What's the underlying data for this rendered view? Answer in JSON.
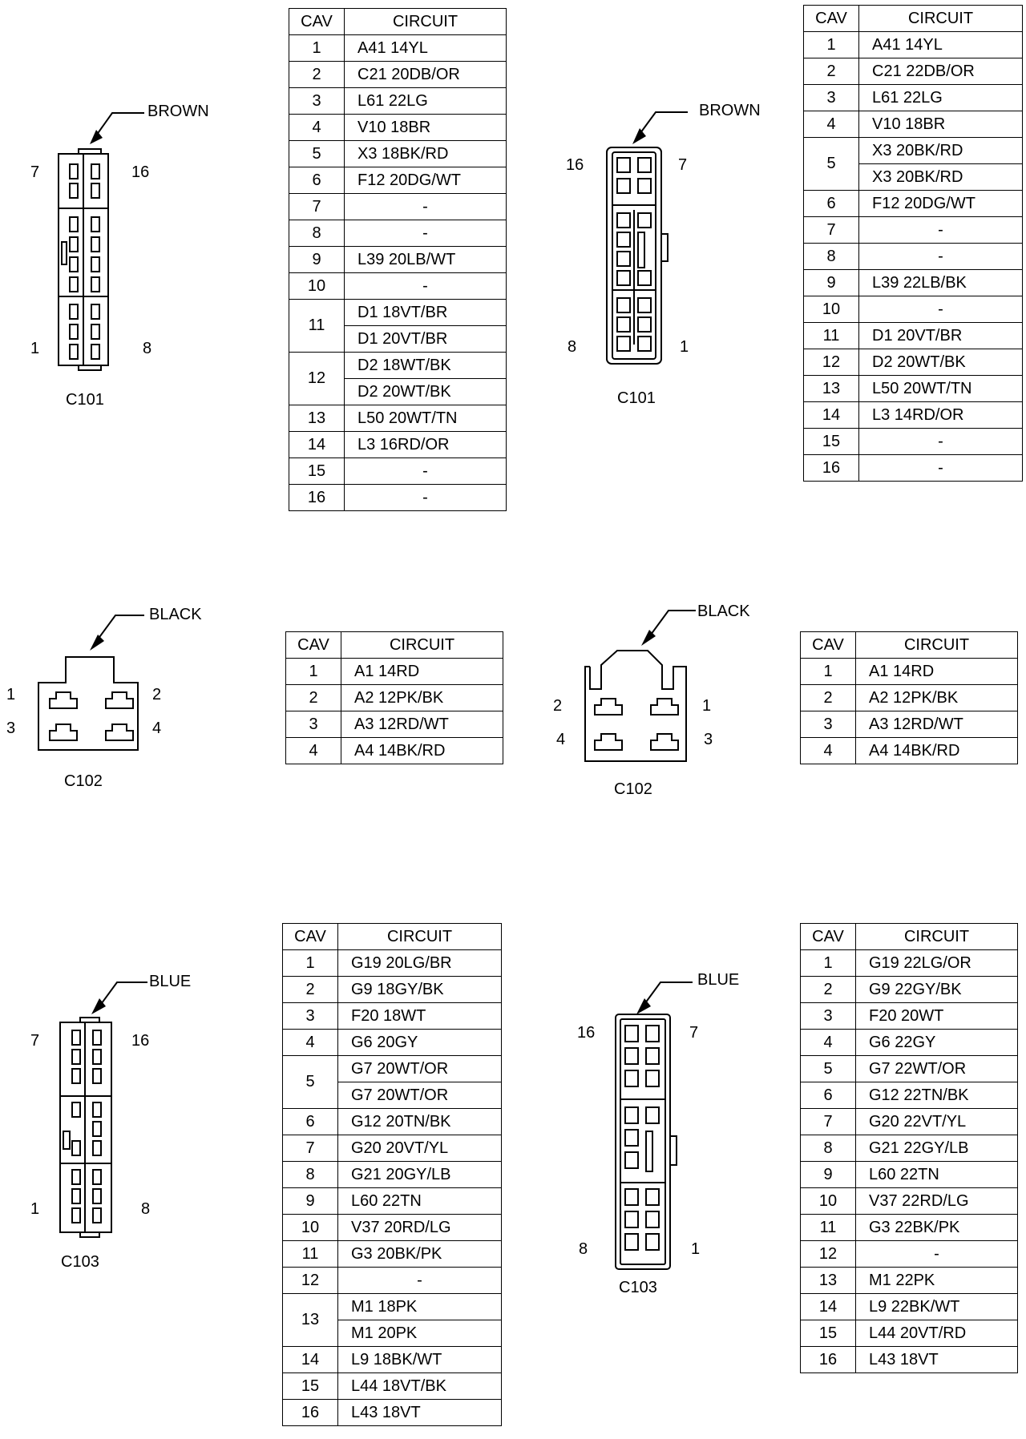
{
  "headers": {
    "cav": "CAV",
    "circuit": "CIRCUIT"
  },
  "connectors": [
    {
      "id": "c101-left",
      "name": "C101",
      "color": "BROWN",
      "pins": [
        "7",
        "16",
        "1",
        "8"
      ],
      "rows": [
        [
          "1",
          "A41  14YL"
        ],
        [
          "2",
          "C21  20DB/OR"
        ],
        [
          "3",
          "L61  22LG"
        ],
        [
          "4",
          "V10  18BR"
        ],
        [
          "5",
          "X3  18BK/RD"
        ],
        [
          "6",
          "F12  20DG/WT"
        ],
        [
          "7",
          "-"
        ],
        [
          "8",
          "-"
        ],
        [
          "9",
          "L39  20LB/WT"
        ],
        [
          "10",
          "-"
        ],
        [
          "11",
          "D1  18VT/BR",
          "D1  20VT/BR"
        ],
        [
          "12",
          "D2  18WT/BK",
          "D2  20WT/BK"
        ],
        [
          "13",
          "L50  20WT/TN"
        ],
        [
          "14",
          "L3  16RD/OR"
        ],
        [
          "15",
          "-"
        ],
        [
          "16",
          "-"
        ]
      ]
    },
    {
      "id": "c101-right",
      "name": "C101",
      "color": "BROWN",
      "pins": [
        "16",
        "7",
        "8",
        "1"
      ],
      "rows": [
        [
          "1",
          "A41  14YL"
        ],
        [
          "2",
          "C21  22DB/OR"
        ],
        [
          "3",
          "L61  22LG"
        ],
        [
          "4",
          "V10  18BR"
        ],
        [
          "5",
          "X3  20BK/RD",
          "X3  20BK/RD"
        ],
        [
          "6",
          "F12  20DG/WT"
        ],
        [
          "7",
          "-"
        ],
        [
          "8",
          "-"
        ],
        [
          "9",
          "L39  22LB/BK"
        ],
        [
          "10",
          "-"
        ],
        [
          "11",
          "D1  20VT/BR"
        ],
        [
          "12",
          "D2  20WT/BK"
        ],
        [
          "13",
          "L50  20WT/TN"
        ],
        [
          "14",
          "L3  14RD/OR"
        ],
        [
          "15",
          "-"
        ],
        [
          "16",
          "-"
        ]
      ]
    },
    {
      "id": "c102-left",
      "name": "C102",
      "color": "BLACK",
      "pins": [
        "1",
        "2",
        "3",
        "4"
      ],
      "rows": [
        [
          "1",
          "A1  14RD"
        ],
        [
          "2",
          "A2  12PK/BK"
        ],
        [
          "3",
          "A3  12RD/WT"
        ],
        [
          "4",
          "A4  14BK/RD"
        ]
      ]
    },
    {
      "id": "c102-right",
      "name": "C102",
      "color": "BLACK",
      "pins": [
        "2",
        "1",
        "4",
        "3"
      ],
      "rows": [
        [
          "1",
          "A1  14RD"
        ],
        [
          "2",
          "A2  12PK/BK"
        ],
        [
          "3",
          "A3  12RD/WT"
        ],
        [
          "4",
          "A4  14BK/RD"
        ]
      ]
    },
    {
      "id": "c103-left",
      "name": "C103",
      "color": "BLUE",
      "pins": [
        "7",
        "16",
        "1",
        "8"
      ],
      "rows": [
        [
          "1",
          "G19 20LG/BR"
        ],
        [
          "2",
          "G9  18GY/BK"
        ],
        [
          "3",
          "F20  18WT"
        ],
        [
          "4",
          "G6  20GY"
        ],
        [
          "5",
          "G7  20WT/OR",
          "G7  20WT/OR"
        ],
        [
          "6",
          "G12  20TN/BK"
        ],
        [
          "7",
          "G20  20VT/YL"
        ],
        [
          "8",
          "G21  20GY/LB"
        ],
        [
          "9",
          "L60  22TN"
        ],
        [
          "10",
          "V37  20RD/LG"
        ],
        [
          "11",
          "G3  20BK/PK"
        ],
        [
          "12",
          "-"
        ],
        [
          "13",
          "M1  18PK",
          "M1  20PK"
        ],
        [
          "14",
          "L9  18BK/WT"
        ],
        [
          "15",
          "L44  18VT/BK"
        ],
        [
          "16",
          "L43   18VT"
        ]
      ]
    },
    {
      "id": "c103-right",
      "name": "C103",
      "color": "BLUE",
      "pins": [
        "16",
        "7",
        "8",
        "1"
      ],
      "rows": [
        [
          "1",
          "G19  22LG/OR"
        ],
        [
          "2",
          "G9  22GY/BK"
        ],
        [
          "3",
          "F20  20WT"
        ],
        [
          "4",
          "G6  22GY"
        ],
        [
          "5",
          "G7  22WT/OR"
        ],
        [
          "6",
          "G12  22TN/BK"
        ],
        [
          "7",
          "G20  22VT/YL"
        ],
        [
          "8",
          "G21  22GY/LB"
        ],
        [
          "9",
          "L60  22TN"
        ],
        [
          "10",
          "V37  22RD/LG"
        ],
        [
          "11",
          "G3  22BK/PK"
        ],
        [
          "12",
          "-"
        ],
        [
          "13",
          "M1  22PK"
        ],
        [
          "14",
          "L9  22BK/WT"
        ],
        [
          "15",
          "L44  20VT/RD"
        ],
        [
          "16",
          "L43   18VT"
        ]
      ]
    }
  ]
}
